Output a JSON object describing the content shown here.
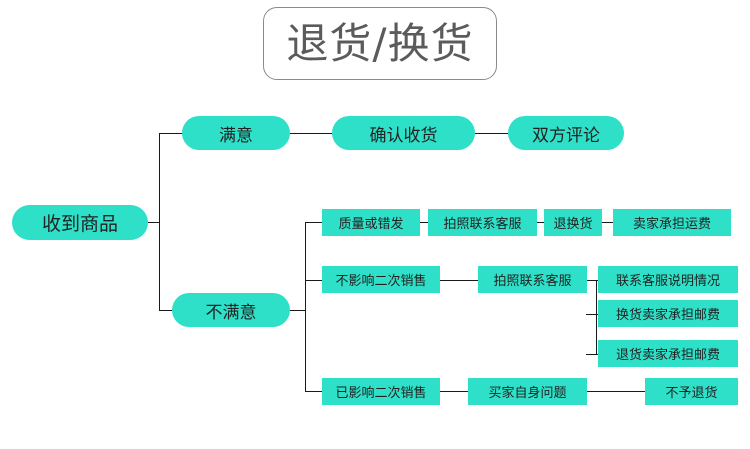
{
  "title": {
    "text": "退货/换货"
  },
  "colors": {
    "node_fill": "#2ee0c8",
    "node_text": "#222222",
    "line": "#1a1a1a",
    "title_border": "#8a8a8a",
    "title_text": "#5b5b5b",
    "background": "#ffffff"
  },
  "nodes": {
    "root": {
      "label": "收到商品"
    },
    "satisfied": {
      "label": "满意"
    },
    "confirm_receipt": {
      "label": "确认收货"
    },
    "mutual_review": {
      "label": "双方评论"
    },
    "unsatisfied": {
      "label": "不满意"
    },
    "branch1": {
      "cause": "质量或错发",
      "action": "拍照联系客服",
      "result": "退换货",
      "outcome": "卖家承担运费"
    },
    "branch2": {
      "cause": "不影响二次销售",
      "action": "拍照联系客服",
      "outcomes": [
        "联系客服说明情况",
        "换货卖家承担邮费",
        "退货卖家承担邮费"
      ]
    },
    "branch3": {
      "cause": "已影响二次销售",
      "action": "买家自身问题",
      "outcome": "不予退货"
    }
  }
}
